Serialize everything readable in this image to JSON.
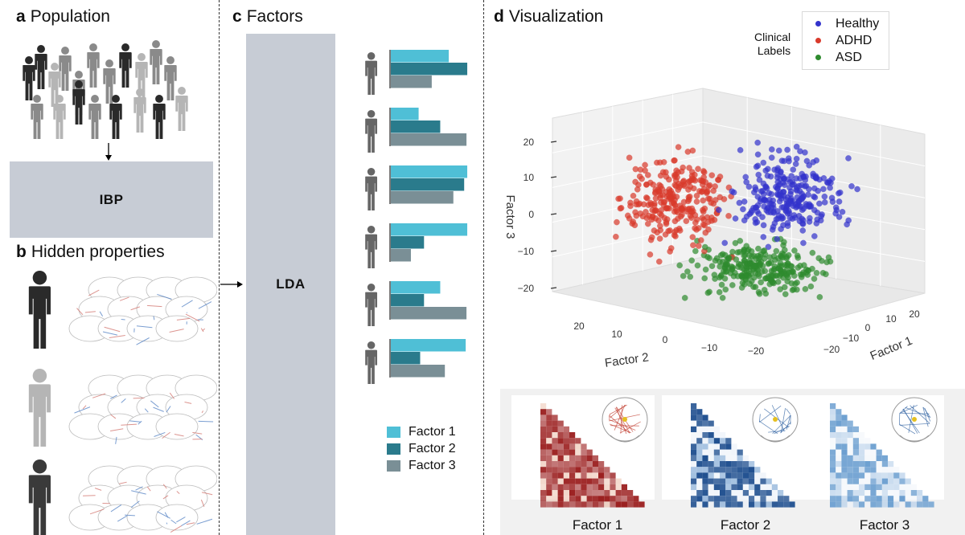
{
  "panels": {
    "a": {
      "letter": "a",
      "title": "Population"
    },
    "b": {
      "letter": "b",
      "title": "Hidden properties"
    },
    "c": {
      "letter": "c",
      "title": "Factors"
    },
    "d": {
      "letter": "d",
      "title": "Visualization"
    }
  },
  "ibp_label": "IBP",
  "lda_label": "LDA",
  "factor_bars": {
    "rows": [
      [
        0.75,
        0.99,
        0.53
      ],
      [
        0.36,
        0.64,
        0.98
      ],
      [
        0.99,
        0.95,
        0.81
      ],
      [
        0.99,
        0.43,
        0.26
      ],
      [
        0.64,
        0.43,
        0.98
      ],
      [
        0.97,
        0.38,
        0.7
      ]
    ],
    "legend": [
      "Factor 1",
      "Factor 2",
      "Factor 3"
    ],
    "colors": [
      "#4fbfd6",
      "#2a7b8c",
      "#7a8f96"
    ]
  },
  "clinical_legend": {
    "title_line1": "Clinical",
    "title_line2": "Labels",
    "entries": [
      {
        "label": "Healthy",
        "color": "#3333cc"
      },
      {
        "label": "ADHD",
        "color": "#d93a2b"
      },
      {
        "label": "ASD",
        "color": "#2e8b2e"
      }
    ]
  },
  "chart_data": {
    "type": "scatter",
    "axes": {
      "factor1": {
        "label": "Factor 1",
        "ticks": [
          "−20",
          "−10",
          "0",
          "10",
          "20"
        ]
      },
      "factor2": {
        "label": "Factor 2",
        "ticks": [
          "20",
          "10",
          "0",
          "−10",
          "−20"
        ]
      },
      "factor3": {
        "label": "Factor 3",
        "ticks": [
          "20",
          "10",
          "0",
          "−10",
          "−20"
        ]
      }
    },
    "series": [
      {
        "name": "Healthy",
        "color": "#3333cc"
      },
      {
        "name": "ADHD",
        "color": "#d93a2b"
      },
      {
        "name": "ASD",
        "color": "#2e8b2e"
      }
    ]
  },
  "matrices": [
    {
      "label": "Factor 1",
      "color": "#9b1f1f"
    },
    {
      "label": "Factor 2",
      "color": "#1f4f8f"
    },
    {
      "label": "Factor 3",
      "color": "#3a78b5"
    }
  ],
  "person_colors": {
    "dark": "#2a2a2a",
    "mid": "#8a8a8a",
    "light": "#b5b5b5"
  }
}
